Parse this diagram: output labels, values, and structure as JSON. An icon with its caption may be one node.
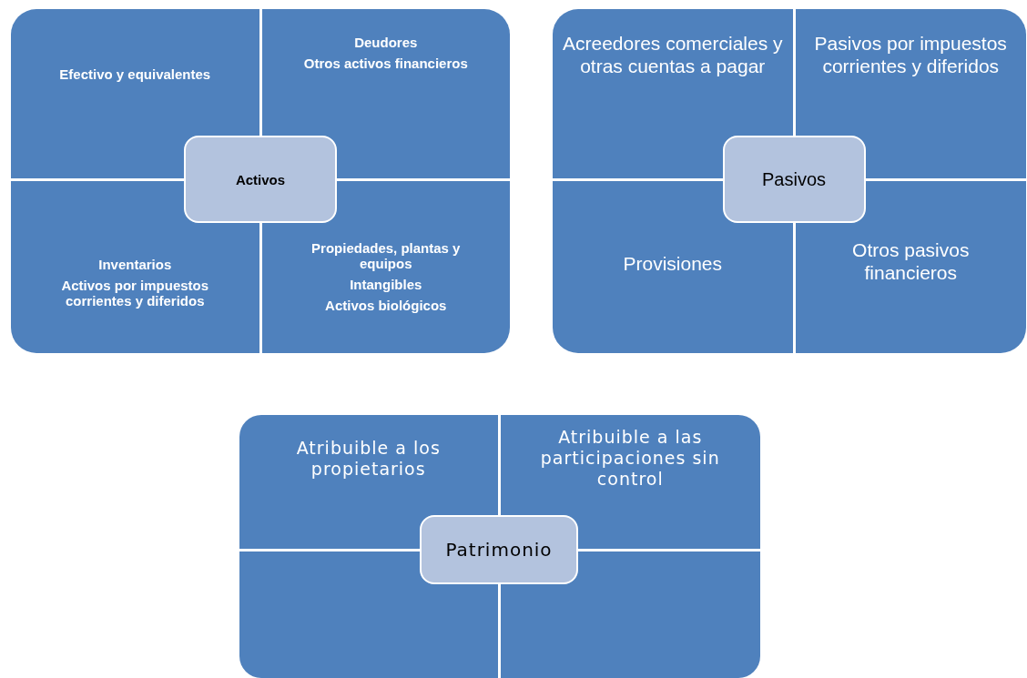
{
  "diagram": {
    "nodes": [
      {
        "text": [
          "Efectivo y equivalentes"
        ]
      },
      {
        "text": [
          "Deudores",
          "Otros activos financieros"
        ]
      },
      {
        "text": [
          "Activos"
        ]
      },
      {
        "text": [
          "Inventarios",
          "Activos por impuestos corrientes y diferidos"
        ]
      },
      {
        "text": [
          "Propiedades, plantas y equipos",
          "Intangibles",
          "Activos biológicos"
        ]
      },
      {
        "text": [
          "Acreedores comerciales y otras cuentas a pagar"
        ]
      },
      {
        "text": [
          "Pasivos por impuestos corrientes y diferidos"
        ]
      },
      {
        "text": [
          "Pasivos"
        ]
      },
      {
        "text": [
          "Provisiones"
        ]
      },
      {
        "text": [
          "Otros pasivos financieros"
        ]
      },
      {
        "text": [
          "Atribuible a los propietarios"
        ]
      },
      {
        "text": [
          "Atribuible a las participaciones sin control"
        ]
      },
      {
        "text": [
          "Patrimonio"
        ]
      },
      {
        "text": [],
        "shape": "box"
      },
      {
        "text": [],
        "shape": "box"
      }
    ]
  }
}
